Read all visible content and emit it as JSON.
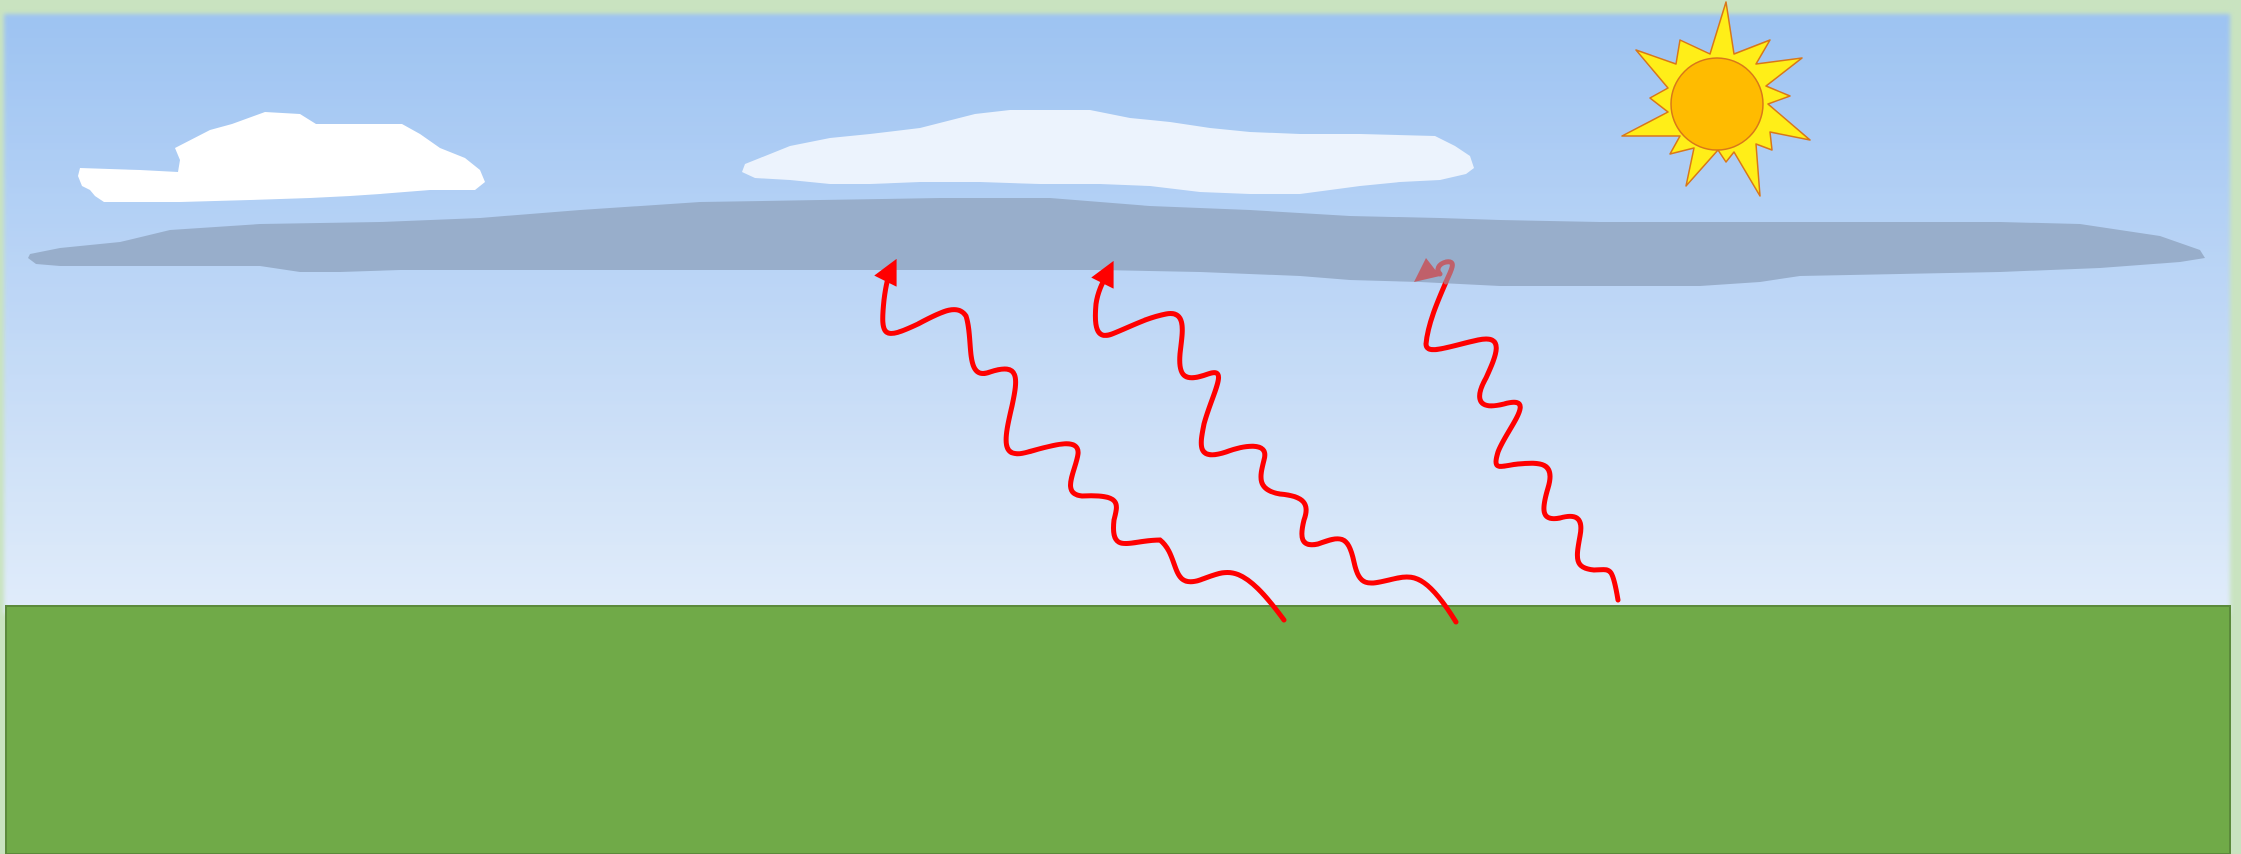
{
  "scene": {
    "colors": {
      "frame": "#c9e3c0",
      "sky_top": "#9dc3f2",
      "sky_bottom": "#e1ecfa",
      "ground": "#70aa48",
      "ground_edge": "#5b8a3b",
      "cloud_white": "#ffffff",
      "cloud_light": "#ecf3fd",
      "cloud_grey": "#98aecb",
      "sun_rays": "#ffee18",
      "sun_disc": "#ffbb00",
      "sun_outline": "#d9771a",
      "ray_red": "#ff0000",
      "ray_faded": "#c0606a"
    },
    "icons": [
      "sun-icon",
      "cloud-icon",
      "wavy-arrow-icon"
    ],
    "arrows": [
      {
        "name": "radiation-arrow-1",
        "reaches_cloud": true
      },
      {
        "name": "radiation-arrow-2",
        "reaches_cloud": true
      },
      {
        "name": "radiation-arrow-3",
        "reaches_cloud": true
      }
    ]
  }
}
